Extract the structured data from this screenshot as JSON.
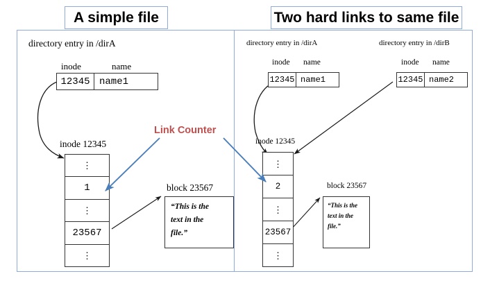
{
  "titles": {
    "left": "A simple file",
    "right": "Two hard links to same file"
  },
  "accent": {
    "panel_border": "#8FAADC",
    "link_counter_text": "#C0504D",
    "link_counter_arrow": "#4A7EBB",
    "box_border": "#333333"
  },
  "annotation": {
    "link_counter": "Link Counter"
  },
  "left_panel": {
    "dir_label": "directory entry in /dirA",
    "col_inode": "inode",
    "col_name": "name",
    "dirent": {
      "inode": "12345",
      "name": "name1"
    },
    "inode_caption": "inode 12345",
    "inode_rows": [
      "⋮",
      "1",
      "⋮",
      "23567",
      "⋮"
    ],
    "link_count": "1",
    "block_ptr": "23567",
    "block_caption": "block 23567",
    "block_text": "“This is the text in the file.”",
    "block_line1": "“This is the",
    "block_line2": "text in the",
    "block_line3": "file.”"
  },
  "right_panel": {
    "dir_label_a": "directory entry in /dirA",
    "dir_label_b": "directory entry in /dirB",
    "col_inode_a": "inode",
    "col_name_a": "name",
    "col_inode_b": "inode",
    "col_name_b": "name",
    "dirent_a": {
      "inode": "12345",
      "name": "name1"
    },
    "dirent_b": {
      "inode": "12345",
      "name": "name2"
    },
    "inode_caption": "inode 12345",
    "inode_rows": [
      "⋮",
      "2",
      "⋮",
      "23567",
      "⋮"
    ],
    "link_count": "2",
    "block_ptr": "23567",
    "block_caption": "block 23567",
    "block_text": "“This is the text in the file.”",
    "block_line1": "“This is the",
    "block_line2": "text in the",
    "block_line3": "file.”"
  }
}
